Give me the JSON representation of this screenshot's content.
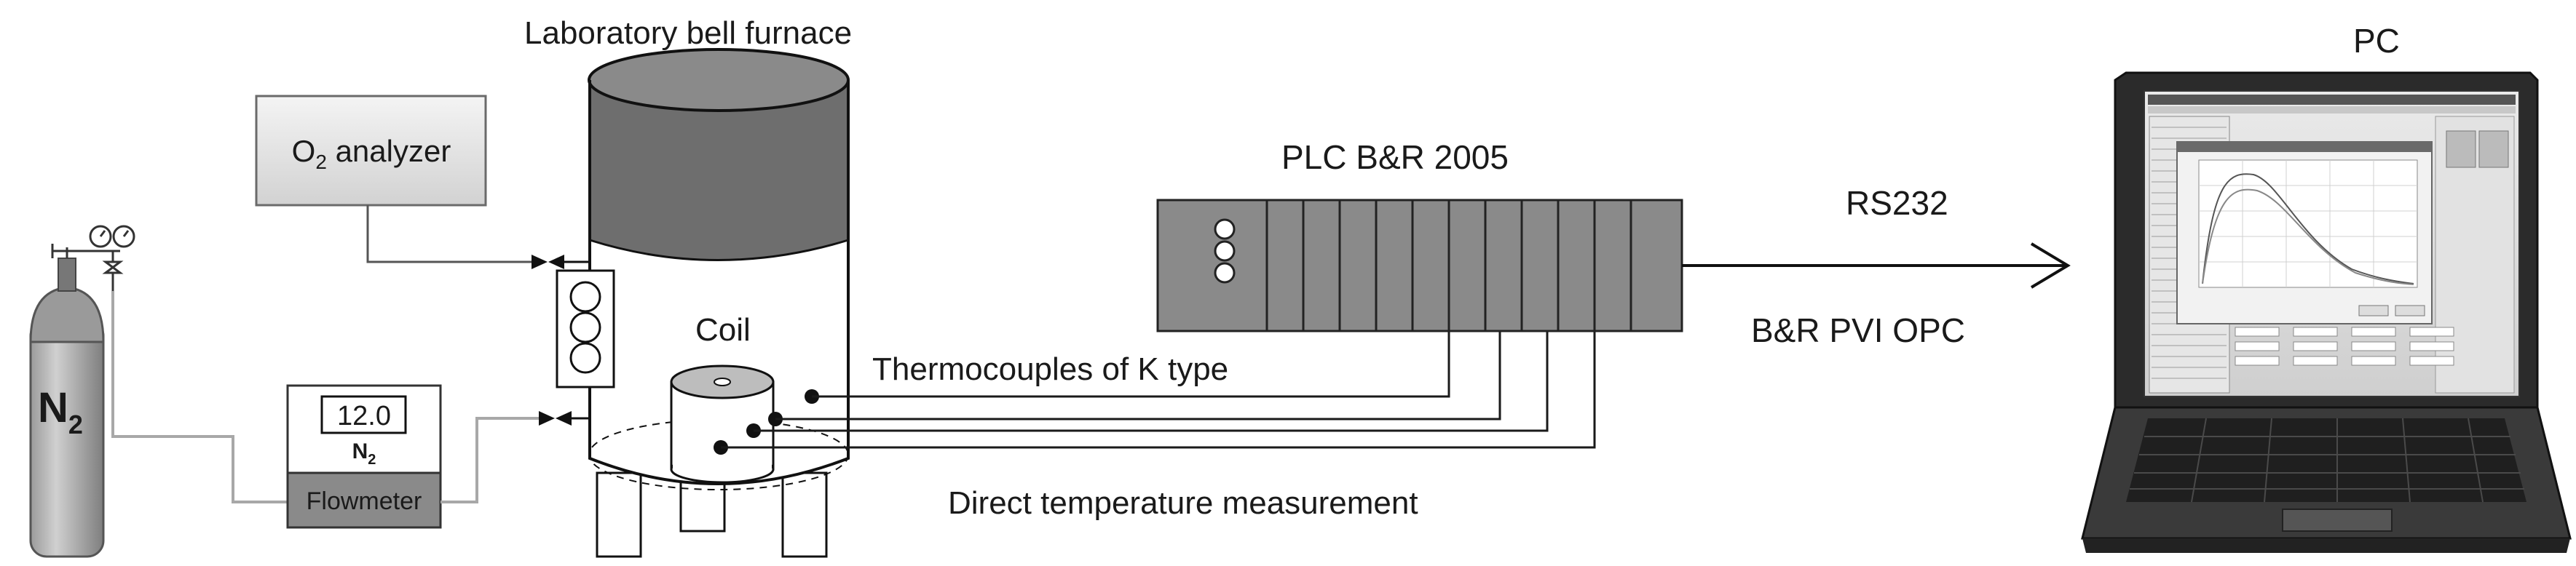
{
  "labels": {
    "furnace": "Laboratory bell furnace",
    "o2_prefix": "O",
    "o2_sub": "2",
    "o2_suffix": " analyzer",
    "plc": "PLC B&R 2005",
    "pc": "PC",
    "rs232": "RS232",
    "pvi": "B&R PVI OPC",
    "coil": "Coil",
    "thermocouples": "Thermocouples  of K type",
    "direct": "Direct temperature  measurement",
    "flowmeter": "Flowmeter",
    "flow_value": "12.0",
    "flow_n": "N",
    "flow_sub": "2",
    "cyl_n": "N",
    "cyl_sub": "2"
  },
  "colors": {
    "gray_dark": "#6e6e6e",
    "gray_mid": "#8a8a8a",
    "gray_light": "#d9d9d9",
    "line": "#1a1a1a"
  }
}
